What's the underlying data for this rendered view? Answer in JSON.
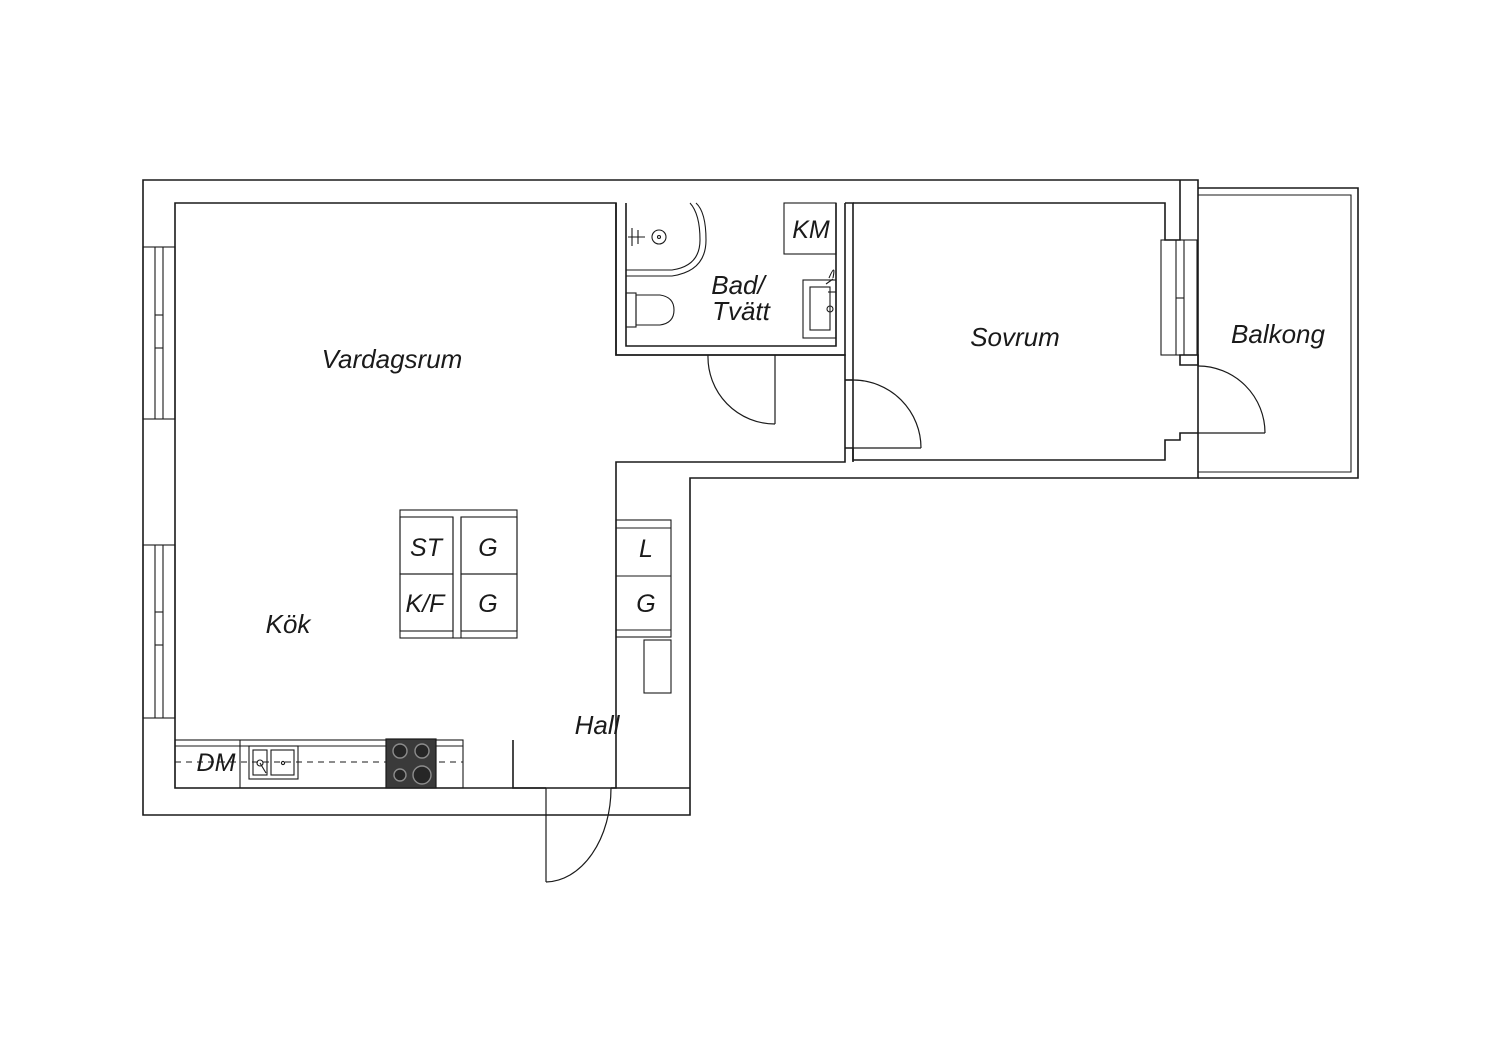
{
  "rooms": {
    "vardagsrum": "Vardagsrum",
    "kok": "Kök",
    "hall": "Hall",
    "bad_line1": "Bad/",
    "bad_line2": "Tvätt",
    "sovrum": "Sovrum",
    "balkong": "Balkong"
  },
  "fixtures": {
    "km": "KM",
    "st": "ST",
    "g1": "G",
    "kf": "K/F",
    "g2": "G",
    "l": "L",
    "g3": "G",
    "dm": "DM"
  }
}
